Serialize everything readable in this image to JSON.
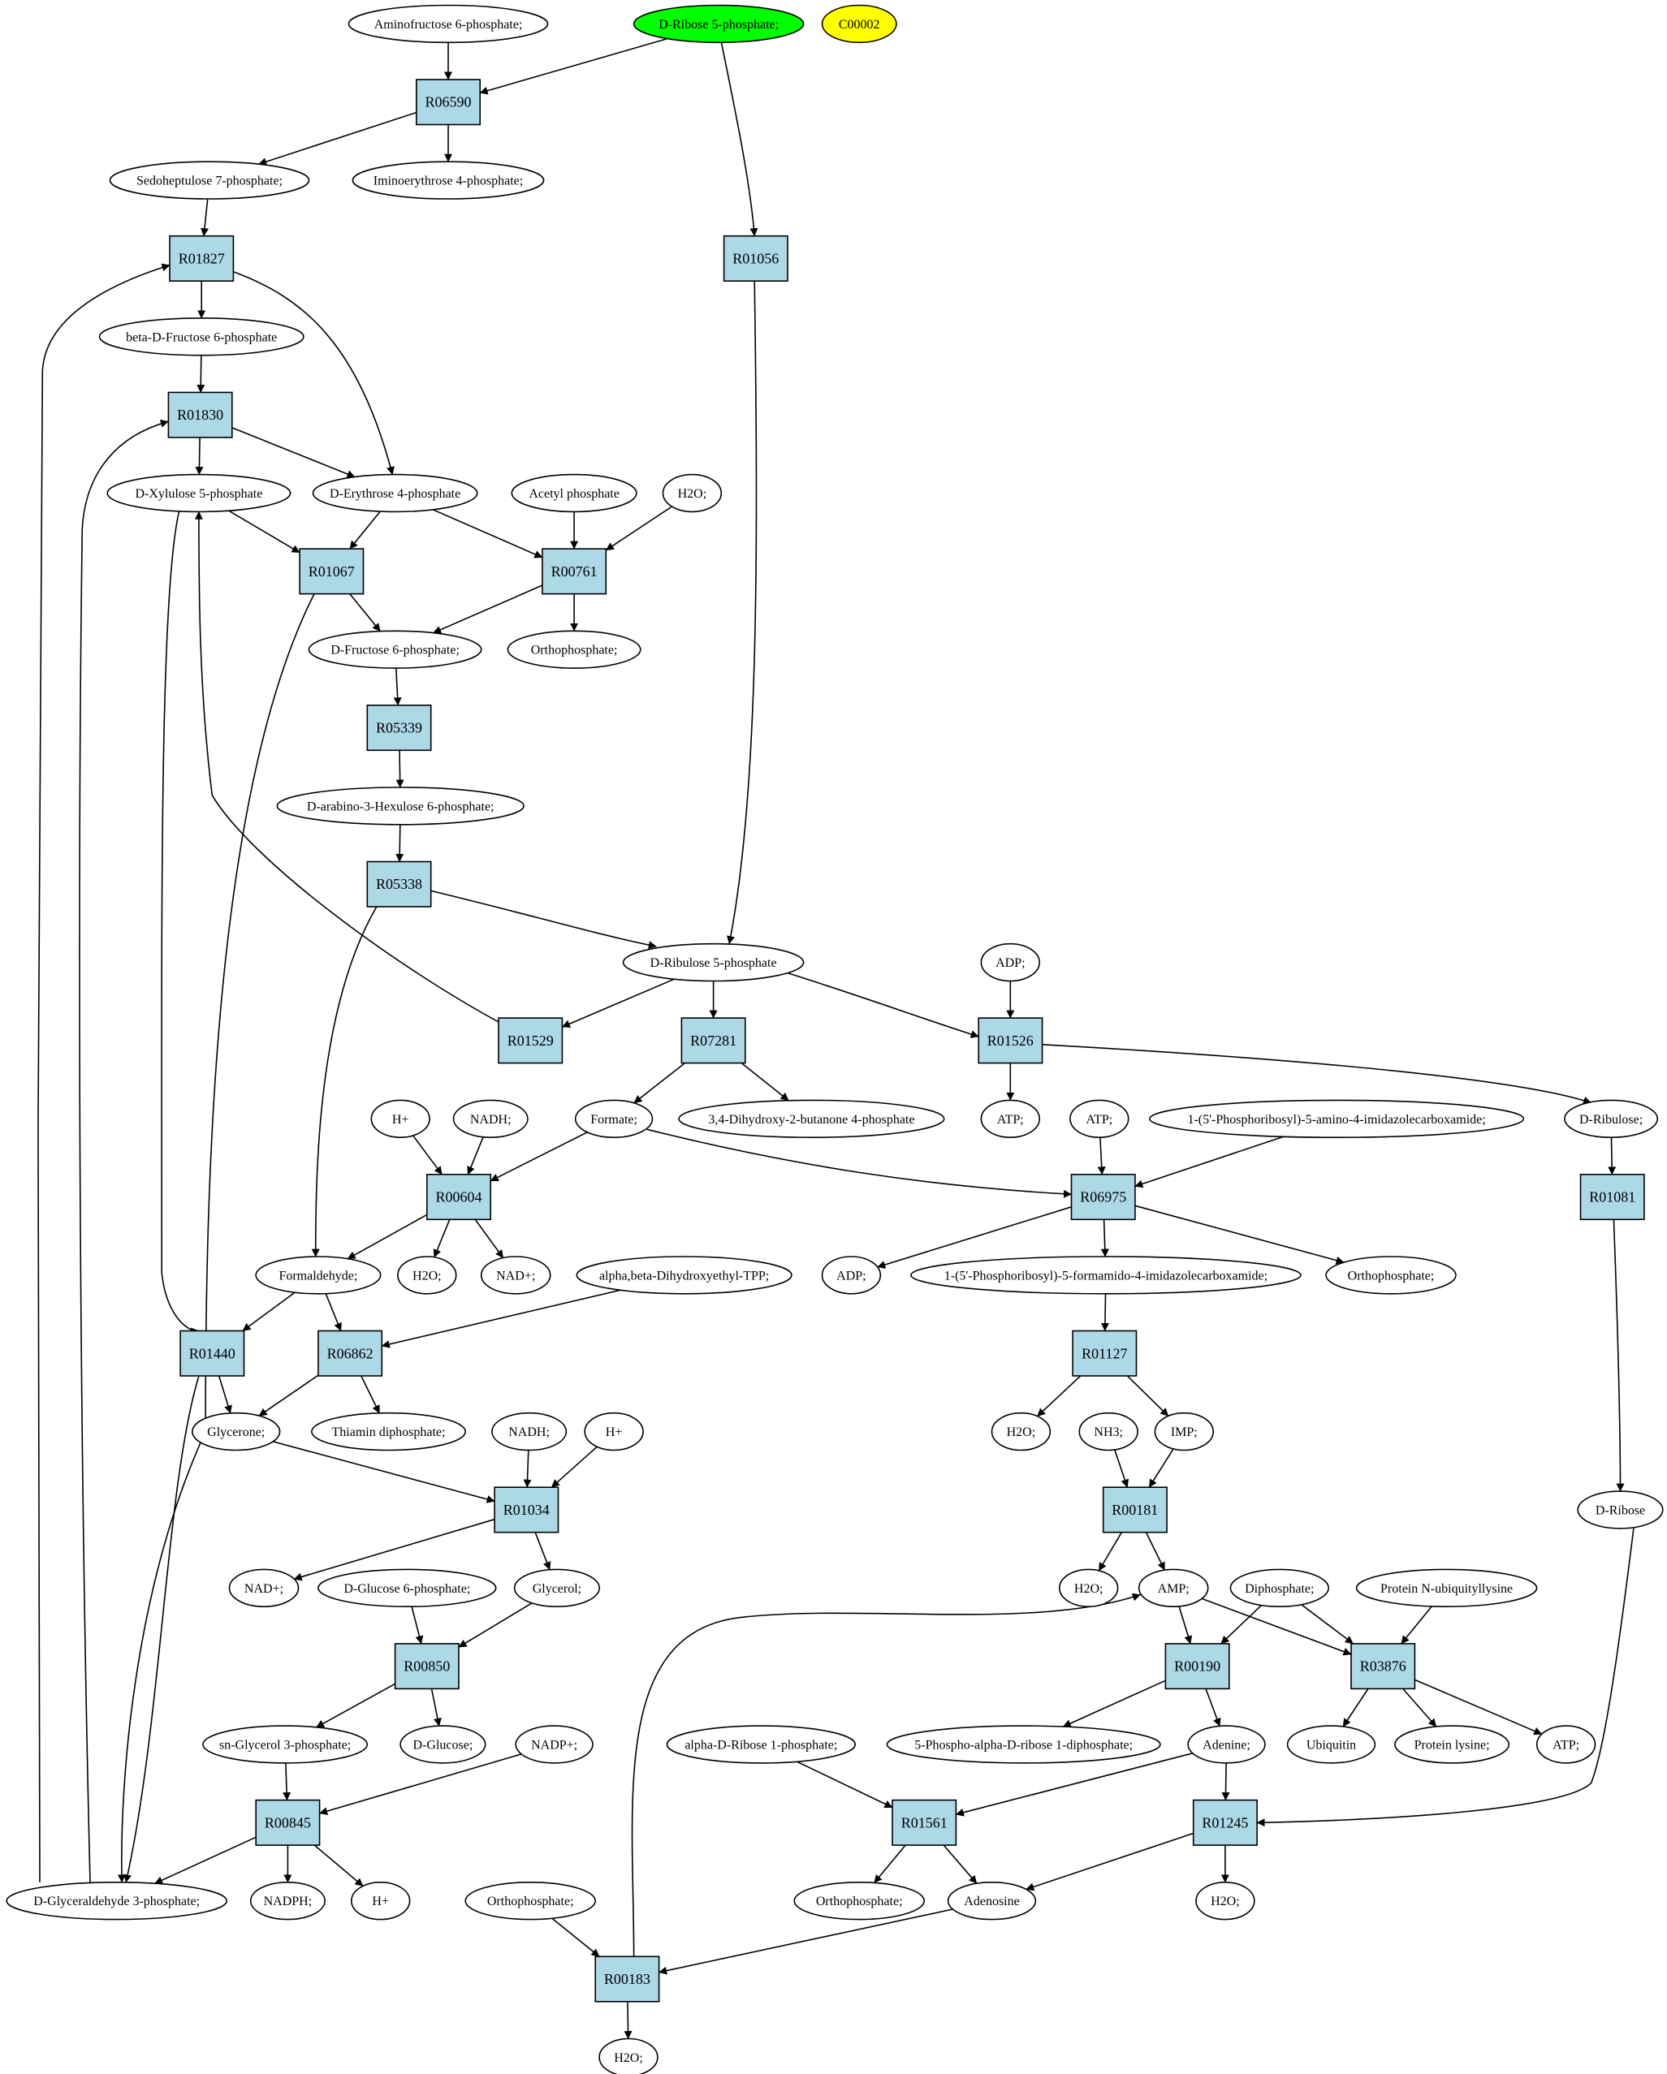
{
  "colors": {
    "reaction_fill": "#add8e6",
    "compound_fill": "#ffffff",
    "highlight_green": "#00ff00",
    "highlight_yellow": "#ffff00",
    "stroke": "#000000"
  },
  "diagram": {
    "compounds": [
      {
        "id": "amino_f6p",
        "label": "Aminofructose 6-phosphate;"
      },
      {
        "id": "ribose5p",
        "label": "D-Ribose 5-phosphate;",
        "highlight": "green"
      },
      {
        "id": "c00002",
        "label": "C00002",
        "highlight": "yellow"
      },
      {
        "id": "sedo7p",
        "label": "Sedoheptulose 7-phosphate;"
      },
      {
        "id": "iminoe4p",
        "label": "Iminoerythrose 4-phosphate;"
      },
      {
        "id": "bf6p",
        "label": "beta-D-Fructose 6-phosphate"
      },
      {
        "id": "xyl5p",
        "label": "D-Xylulose 5-phosphate"
      },
      {
        "id": "ery4p",
        "label": "D-Erythrose 4-phosphate"
      },
      {
        "id": "acetylp",
        "label": "Acetyl phosphate"
      },
      {
        "id": "h2o_1",
        "label": "H2O;"
      },
      {
        "id": "f6p",
        "label": "D-Fructose 6-phosphate;"
      },
      {
        "id": "ortho_1",
        "label": "Orthophosphate;"
      },
      {
        "id": "hex6p",
        "label": "D-arabino-3-Hexulose 6-phosphate;"
      },
      {
        "id": "ru5p",
        "label": "D-Ribulose 5-phosphate"
      },
      {
        "id": "adp_1",
        "label": "ADP;"
      },
      {
        "id": "hplus_1",
        "label": "H+"
      },
      {
        "id": "nadh_1",
        "label": "NADH;"
      },
      {
        "id": "formate",
        "label": "Formate;"
      },
      {
        "id": "dhbp",
        "label": "3,4-Dihydroxy-2-butanone 4-phosphate"
      },
      {
        "id": "atp_1",
        "label": "ATP;"
      },
      {
        "id": "atp_2",
        "label": "ATP;"
      },
      {
        "id": "aicar",
        "label": "1-(5'-Phosphoribosyl)-5-amino-4-imidazolecarboxamide;"
      },
      {
        "id": "ribulose",
        "label": "D-Ribulose;"
      },
      {
        "id": "formald",
        "label": "Formaldehyde;"
      },
      {
        "id": "h2o_2",
        "label": "H2O;"
      },
      {
        "id": "nadp_1",
        "label": "NAD+;"
      },
      {
        "id": "dhetpp",
        "label": "alpha,beta-Dihydroxyethyl-TPP;"
      },
      {
        "id": "adp_2",
        "label": "ADP;"
      },
      {
        "id": "faicar",
        "label": "1-(5'-Phosphoribosyl)-5-formamido-4-imidazolecarboxamide;"
      },
      {
        "id": "ortho_2",
        "label": "Orthophosphate;"
      },
      {
        "id": "glycerone",
        "label": "Glycerone;"
      },
      {
        "id": "thiamin",
        "label": "Thiamin diphosphate;"
      },
      {
        "id": "nadh_2",
        "label": "NADH;"
      },
      {
        "id": "hplus_2",
        "label": "H+"
      },
      {
        "id": "h2o_3",
        "label": "H2O;"
      },
      {
        "id": "nh3",
        "label": "NH3;"
      },
      {
        "id": "imp",
        "label": "IMP;"
      },
      {
        "id": "dribose",
        "label": "D-Ribose"
      },
      {
        "id": "nadp_2",
        "label": "NAD+;"
      },
      {
        "id": "g6p",
        "label": "D-Glucose 6-phosphate;"
      },
      {
        "id": "glycerol",
        "label": "Glycerol;"
      },
      {
        "id": "h2o_4",
        "label": "H2O;"
      },
      {
        "id": "amp",
        "label": "AMP;"
      },
      {
        "id": "diphos",
        "label": "Diphosphate;"
      },
      {
        "id": "protub",
        "label": "Protein N-ubiquityllysine"
      },
      {
        "id": "sng3p",
        "label": "sn-Glycerol 3-phosphate;"
      },
      {
        "id": "dglucose",
        "label": "D-Glucose;"
      },
      {
        "id": "nadpplus",
        "label": "NADP+;"
      },
      {
        "id": "r1p",
        "label": "alpha-D-Ribose 1-phosphate;"
      },
      {
        "id": "prpp",
        "label": "5-Phospho-alpha-D-ribose 1-diphosphate;"
      },
      {
        "id": "adenine",
        "label": "Adenine;"
      },
      {
        "id": "ubiquitin",
        "label": "Ubiquitin"
      },
      {
        "id": "protlys",
        "label": "Protein lysine;"
      },
      {
        "id": "atp_3",
        "label": "ATP;"
      },
      {
        "id": "g3p",
        "label": "D-Glyceraldehyde 3-phosphate;"
      },
      {
        "id": "nadph",
        "label": "NADPH;"
      },
      {
        "id": "hplus_3",
        "label": "H+"
      },
      {
        "id": "ortho_3",
        "label": "Orthophosphate;"
      },
      {
        "id": "ortho_4",
        "label": "Orthophosphate;"
      },
      {
        "id": "adenosine",
        "label": "Adenosine"
      },
      {
        "id": "h2o_5",
        "label": "H2O;"
      },
      {
        "id": "h2o_6",
        "label": "H2O;"
      }
    ],
    "reactions": [
      {
        "id": "R06590",
        "label": "R06590"
      },
      {
        "id": "R01827",
        "label": "R01827"
      },
      {
        "id": "R01056",
        "label": "R01056"
      },
      {
        "id": "R01830",
        "label": "R01830"
      },
      {
        "id": "R01067",
        "label": "R01067"
      },
      {
        "id": "R00761",
        "label": "R00761"
      },
      {
        "id": "R05339",
        "label": "R05339"
      },
      {
        "id": "R05338",
        "label": "R05338"
      },
      {
        "id": "R01529",
        "label": "R01529"
      },
      {
        "id": "R07281",
        "label": "R07281"
      },
      {
        "id": "R01526",
        "label": "R01526"
      },
      {
        "id": "R00604",
        "label": "R00604"
      },
      {
        "id": "R06975",
        "label": "R06975"
      },
      {
        "id": "R01081",
        "label": "R01081"
      },
      {
        "id": "R01440",
        "label": "R01440"
      },
      {
        "id": "R06862",
        "label": "R06862"
      },
      {
        "id": "R01127",
        "label": "R01127"
      },
      {
        "id": "R01034",
        "label": "R01034"
      },
      {
        "id": "R00181",
        "label": "R00181"
      },
      {
        "id": "R00850",
        "label": "R00850"
      },
      {
        "id": "R00190",
        "label": "R00190"
      },
      {
        "id": "R03876",
        "label": "R03876"
      },
      {
        "id": "R00845",
        "label": "R00845"
      },
      {
        "id": "R01561",
        "label": "R01561"
      },
      {
        "id": "R01245",
        "label": "R01245"
      },
      {
        "id": "R00183",
        "label": "R00183"
      }
    ],
    "edges": [
      [
        "amino_f6p",
        "R06590"
      ],
      [
        "ribose5p",
        "R06590"
      ],
      [
        "R06590",
        "sedo7p"
      ],
      [
        "R06590",
        "iminoe4p"
      ],
      [
        "ribose5p",
        "R01056"
      ],
      [
        "R01056",
        "ru5p"
      ],
      [
        "sedo7p",
        "R01827"
      ],
      [
        "R01827",
        "bf6p"
      ],
      [
        "R01827",
        "ery4p"
      ],
      [
        "g3p",
        "R01827"
      ],
      [
        "bf6p",
        "R01830"
      ],
      [
        "R01830",
        "xyl5p"
      ],
      [
        "R01830",
        "ery4p"
      ],
      [
        "g3p",
        "R01830"
      ],
      [
        "xyl5p",
        "R01067"
      ],
      [
        "ery4p",
        "R01067"
      ],
      [
        "R01067",
        "f6p"
      ],
      [
        "R01067",
        "g3p"
      ],
      [
        "ery4p",
        "R00761"
      ],
      [
        "acetylp",
        "R00761"
      ],
      [
        "h2o_1",
        "R00761"
      ],
      [
        "R00761",
        "f6p"
      ],
      [
        "R00761",
        "ortho_1"
      ],
      [
        "f6p",
        "R05339"
      ],
      [
        "R05339",
        "hex6p"
      ],
      [
        "hex6p",
        "R05338"
      ],
      [
        "R05338",
        "ru5p"
      ],
      [
        "R05338",
        "formald"
      ],
      [
        "ru5p",
        "R01529"
      ],
      [
        "R01529",
        "xyl5p"
      ],
      [
        "ru5p",
        "R07281"
      ],
      [
        "R07281",
        "formate"
      ],
      [
        "R07281",
        "dhbp"
      ],
      [
        "ru5p",
        "R01526"
      ],
      [
        "adp_1",
        "R01526"
      ],
      [
        "R01526",
        "atp_1"
      ],
      [
        "R01526",
        "ribulose"
      ],
      [
        "hplus_1",
        "R00604"
      ],
      [
        "nadh_1",
        "R00604"
      ],
      [
        "formate",
        "R00604"
      ],
      [
        "R00604",
        "formald"
      ],
      [
        "R00604",
        "h2o_2"
      ],
      [
        "R00604",
        "nadp_1"
      ],
      [
        "formate",
        "R06975"
      ],
      [
        "atp_2",
        "R06975"
      ],
      [
        "aicar",
        "R06975"
      ],
      [
        "R06975",
        "adp_2"
      ],
      [
        "R06975",
        "faicar"
      ],
      [
        "R06975",
        "ortho_2"
      ],
      [
        "ribulose",
        "R01081"
      ],
      [
        "R01081",
        "dribose"
      ],
      [
        "xyl5p",
        "R01440"
      ],
      [
        "formald",
        "R01440"
      ],
      [
        "R01440",
        "glycerone"
      ],
      [
        "R01440",
        "g3p"
      ],
      [
        "formald",
        "R06862"
      ],
      [
        "dhetpp",
        "R06862"
      ],
      [
        "R06862",
        "glycerone"
      ],
      [
        "R06862",
        "thiamin"
      ],
      [
        "faicar",
        "R01127"
      ],
      [
        "R01127",
        "h2o_3"
      ],
      [
        "R01127",
        "imp"
      ],
      [
        "glycerone",
        "R01034"
      ],
      [
        "nadh_2",
        "R01034"
      ],
      [
        "hplus_2",
        "R01034"
      ],
      [
        "R01034",
        "nadp_2"
      ],
      [
        "R01034",
        "glycerol"
      ],
      [
        "nh3",
        "R00181"
      ],
      [
        "imp",
        "R00181"
      ],
      [
        "R00181",
        "h2o_4"
      ],
      [
        "R00181",
        "amp"
      ],
      [
        "g6p",
        "R00850"
      ],
      [
        "glycerol",
        "R00850"
      ],
      [
        "R00850",
        "sng3p"
      ],
      [
        "R00850",
        "dglucose"
      ],
      [
        "amp",
        "R00190"
      ],
      [
        "diphos",
        "R00190"
      ],
      [
        "R00190",
        "prpp"
      ],
      [
        "R00190",
        "adenine"
      ],
      [
        "amp",
        "R03876"
      ],
      [
        "diphos",
        "R03876"
      ],
      [
        "protub",
        "R03876"
      ],
      [
        "R03876",
        "ubiquitin"
      ],
      [
        "R03876",
        "protlys"
      ],
      [
        "R03876",
        "atp_3"
      ],
      [
        "sng3p",
        "R00845"
      ],
      [
        "nadpplus",
        "R00845"
      ],
      [
        "R00845",
        "g3p"
      ],
      [
        "R00845",
        "nadph"
      ],
      [
        "R00845",
        "hplus_3"
      ],
      [
        "r1p",
        "R01561"
      ],
      [
        "adenine",
        "R01561"
      ],
      [
        "R01561",
        "ortho_3"
      ],
      [
        "R01561",
        "adenosine"
      ],
      [
        "adenine",
        "R01245"
      ],
      [
        "dribose",
        "R01245"
      ],
      [
        "R01245",
        "adenosine"
      ],
      [
        "R01245",
        "h2o_5"
      ],
      [
        "ortho_4",
        "R00183"
      ],
      [
        "adenosine",
        "R00183"
      ],
      [
        "R00183",
        "h2o_6"
      ],
      [
        "R00183",
        "amp"
      ]
    ]
  }
}
